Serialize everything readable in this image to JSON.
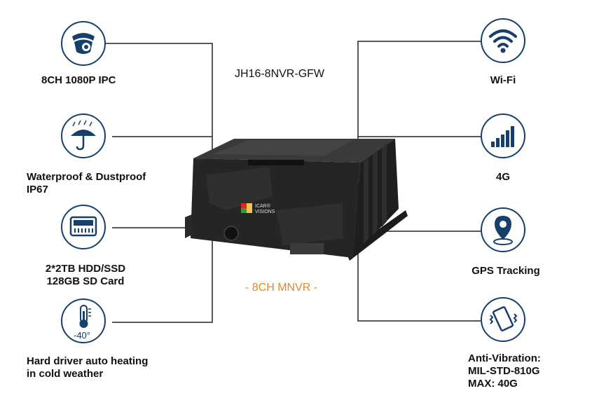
{
  "model": "JH16-8NVR-GFW",
  "subtitle": "- 8CH MNVR -",
  "brand": {
    "line1": "ICAR®",
    "line2": "VISIONS"
  },
  "features_left": [
    {
      "label": "8CH 1080P IPC",
      "icon": "camera-icon"
    },
    {
      "label": "Waterproof & Dustproof\nIP67",
      "icon": "umbrella-rain-icon"
    },
    {
      "label": "2*2TB HDD/SSD\n128GB SD Card",
      "icon": "storage-icon"
    },
    {
      "label": "Hard driver auto heating\nin cold weather",
      "icon": "thermometer-icon",
      "icon_text": "-40°"
    }
  ],
  "features_right": [
    {
      "label": "Wi-Fi",
      "icon": "wifi-icon"
    },
    {
      "label": "4G",
      "icon": "signal-bars-icon"
    },
    {
      "label": "GPS Tracking",
      "icon": "location-pin-icon"
    },
    {
      "label": "Anti-Vibration:\nMIL-STD-810G\nMAX: 40G",
      "icon": "vibration-phone-icon"
    }
  ],
  "colors": {
    "icon": "#173f6b",
    "accent": "#e08a2a",
    "line": "#222222"
  }
}
